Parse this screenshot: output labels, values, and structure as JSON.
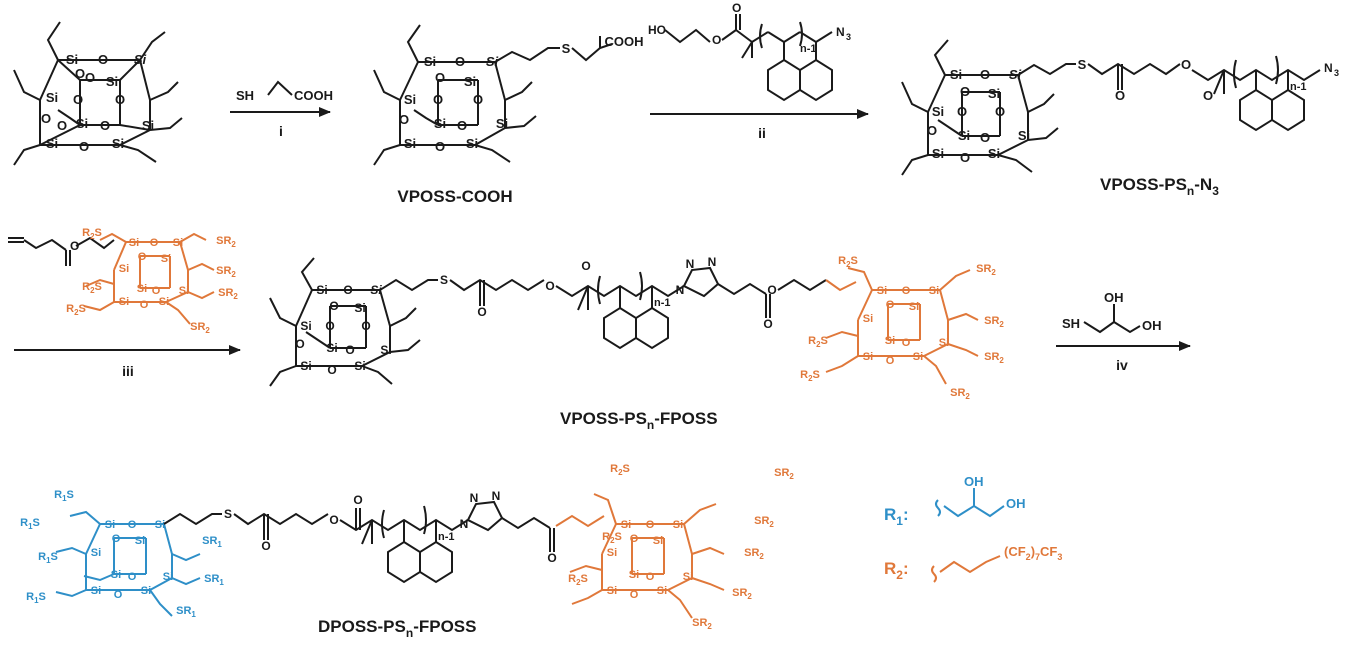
{
  "colors": {
    "ink": "#1a1a1a",
    "orange": "#e0783a",
    "blue": "#2e8fc8"
  },
  "atoms": {
    "si": "Si",
    "o": "O",
    "s": "S",
    "n": "N",
    "cooh": "COOH",
    "oh": "OH",
    "sh": "SH",
    "ho": "HO",
    "n3": "N",
    "n3_sub": "3",
    "n_minus_1": "n-1",
    "r1s": "R",
    "r1s_sub": "1",
    "s_suffix": "S",
    "r2_sub": "2",
    "sr": "SR",
    "sr1_sub": "1",
    "sr2_sub": "2"
  },
  "reagents": {
    "thioacid": "SH",
    "thioacid_tail": "COOH",
    "thioglycerol_sh": "SH",
    "thioglycerol_oh": "OH"
  },
  "steps": {
    "i": "i",
    "ii": "ii",
    "iii": "iii",
    "iv": "iv"
  },
  "products": {
    "p1": "VPOSS-COOH",
    "p2_main": "VPOSS-PS",
    "p2_sub": "n",
    "p2_tail": "-N",
    "p2_sub2": "3",
    "p3_main": "VPOSS-PS",
    "p3_sub": "n",
    "p3_tail": "-FPOSS",
    "p4_main": "DPOSS-PS",
    "p4_sub": "n",
    "p4_tail": "-FPOSS"
  },
  "legend": {
    "r1_label": "R",
    "r1_sub": "1",
    "r1_colon": ":",
    "r1_oh1": "OH",
    "r1_oh2": "OH",
    "r2_label": "R",
    "r2_sub": "2",
    "r2_colon": ":",
    "r2_chain": "(CF",
    "r2_chain_sub": "2",
    "r2_chain_mid": ")",
    "r2_chain_sub2": "7",
    "r2_chain_end": "CF",
    "r2_chain_sub3": "3"
  }
}
